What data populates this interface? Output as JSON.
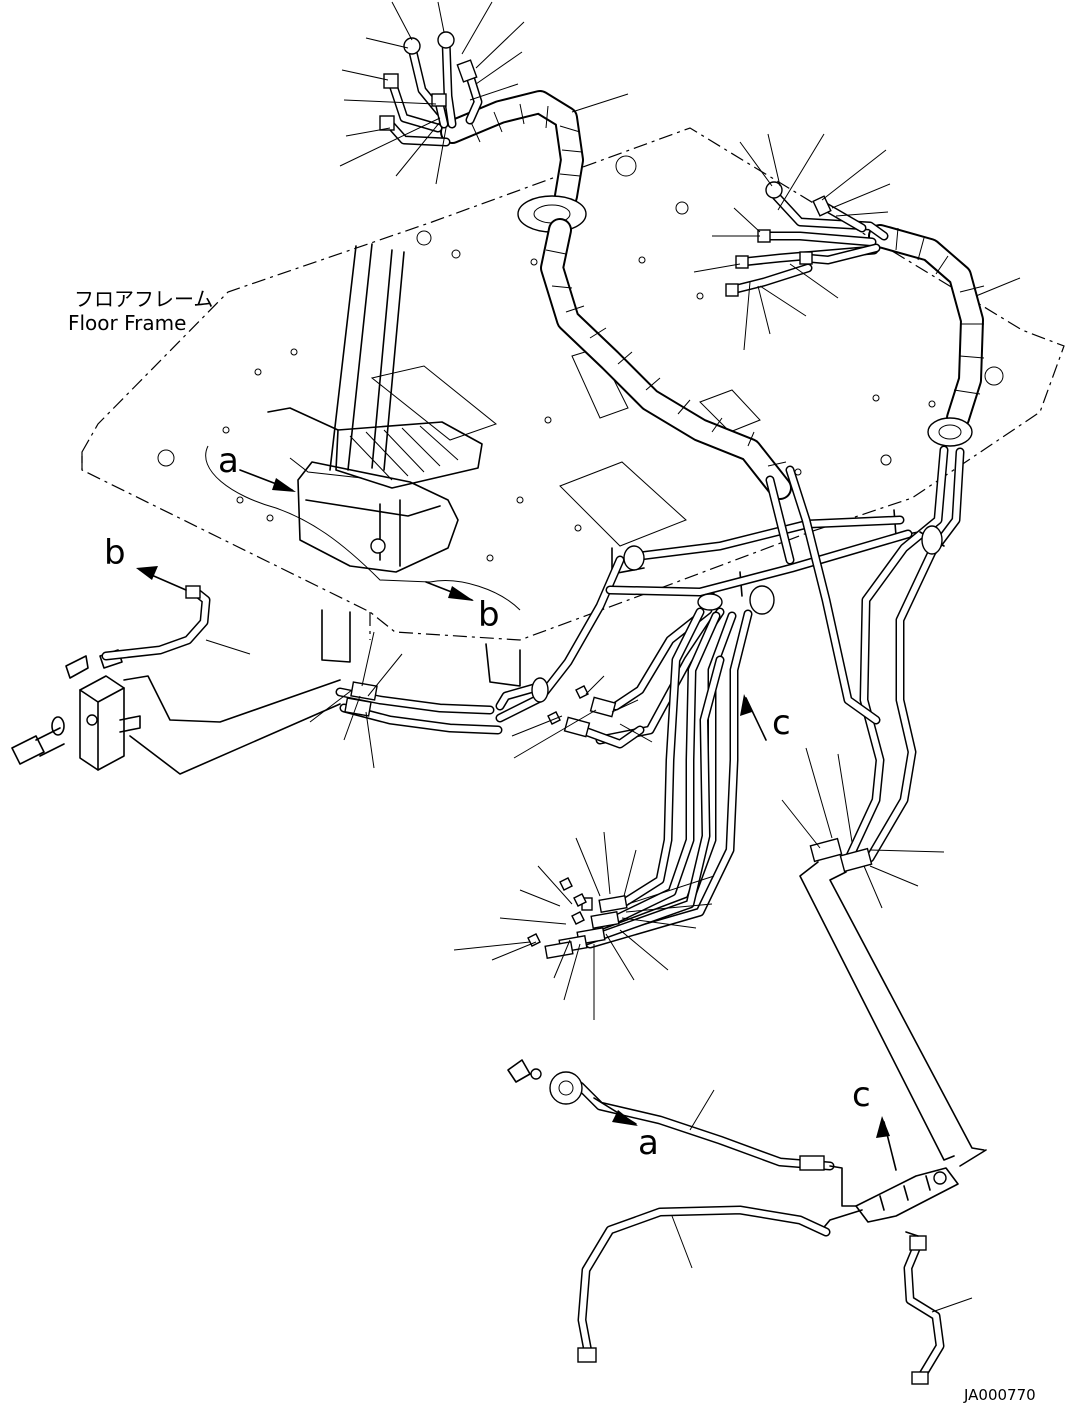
{
  "labels": {
    "floor_frame_jp": "フロアフレーム",
    "floor_frame_en": "Floor Frame",
    "ref_a_top": "a",
    "ref_b_left": "b",
    "ref_b_right": "b",
    "ref_c_upper": "c",
    "ref_a_bottom": "a",
    "ref_c_lower": "c",
    "drawing_number": "JA000770"
  }
}
